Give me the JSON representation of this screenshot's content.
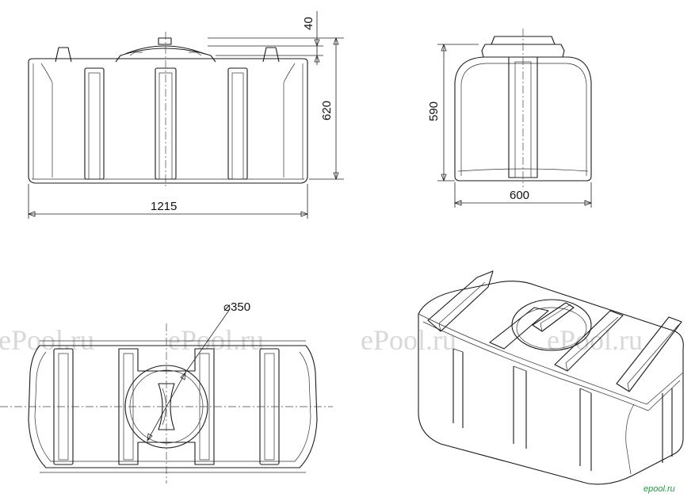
{
  "dimensions": {
    "lid_height": "40",
    "total_height": "620",
    "length": "1215",
    "side_height": "590",
    "width": "600",
    "lid_diameter": "⌀350"
  },
  "watermarks": [
    "ePool.ru",
    "ePool.ru",
    "ePool.ru",
    "ePool.ru"
  ],
  "logo": "epool.ru",
  "colors": {
    "line": "#1a1a1a",
    "watermark": "#d8d8d8",
    "logo": "#1e9c3a"
  }
}
